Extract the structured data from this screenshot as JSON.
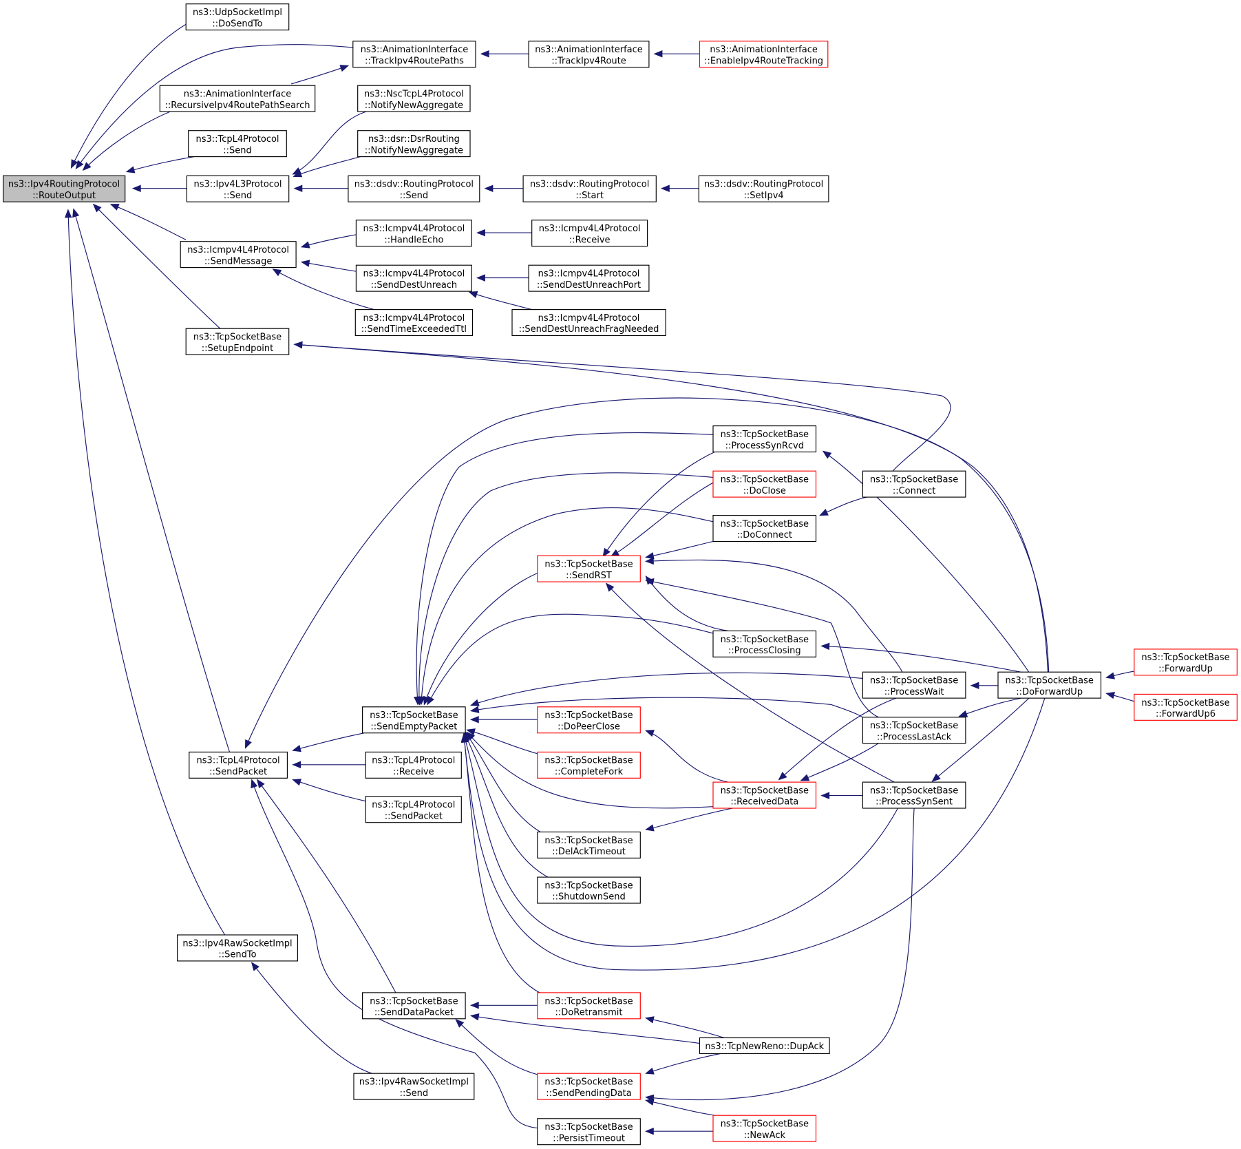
{
  "colors": {
    "edge": "#191970",
    "node_border": "#000000",
    "truncated_border": "#ff0000",
    "root_fill": "#bfbfbf",
    "node_fill": "#ffffff"
  },
  "nodes": [
    {
      "id": "root",
      "line1": "ns3::Ipv4RoutingProtocol",
      "line2": "::RouteOutput",
      "style": "root"
    },
    {
      "id": "udp_dosendto",
      "line1": "ns3::UdpSocketImpl",
      "line2": "::DoSendTo",
      "style": "normal"
    },
    {
      "id": "anim_rec",
      "line1": "ns3::AnimationInterface",
      "line2": "::RecursiveIpv4RoutePathSearch",
      "style": "normal"
    },
    {
      "id": "tcpl4_send",
      "line1": "ns3::TcpL4Protocol",
      "line2": "::Send",
      "style": "normal"
    },
    {
      "id": "ipv4l3_send",
      "line1": "ns3::Ipv4L3Protocol",
      "line2": "::Send",
      "style": "normal"
    },
    {
      "id": "icmp_sendmsg",
      "line1": "ns3::Icmpv4L4Protocol",
      "line2": "::SendMessage",
      "style": "normal"
    },
    {
      "id": "tsb_setup",
      "line1": "ns3::TcpSocketBase",
      "line2": "::SetupEndpoint",
      "style": "normal"
    },
    {
      "id": "tcpl4_sendpacket",
      "line1": "ns3::TcpL4Protocol",
      "line2": "::SendPacket",
      "style": "normal"
    },
    {
      "id": "ipv4raw_sendto",
      "line1": "ns3::Ipv4RawSocketImpl",
      "line2": "::SendTo",
      "style": "normal"
    },
    {
      "id": "anim_trackpaths",
      "line1": "ns3::AnimationInterface",
      "line2": "::TrackIpv4RoutePaths",
      "style": "normal"
    },
    {
      "id": "anim_track",
      "line1": "ns3::AnimationInterface",
      "line2": "::TrackIpv4Route",
      "style": "normal"
    },
    {
      "id": "anim_enable",
      "line1": "ns3::AnimationInterface",
      "line2": "::EnableIpv4RouteTracking",
      "style": "truncated"
    },
    {
      "id": "nsc_notify",
      "line1": "ns3::NscTcpL4Protocol",
      "line2": "::NotifyNewAggregate",
      "style": "normal"
    },
    {
      "id": "dsr_notify",
      "line1": "ns3::dsr::DsrRouting",
      "line2": "::NotifyNewAggregate",
      "style": "normal"
    },
    {
      "id": "dsdv_send",
      "line1": "ns3::dsdv::RoutingProtocol",
      "line2": "::Send",
      "style": "normal"
    },
    {
      "id": "dsdv_start",
      "line1": "ns3::dsdv::RoutingProtocol",
      "line2": "::Start",
      "style": "normal"
    },
    {
      "id": "dsdv_setipv4",
      "line1": "ns3::dsdv::RoutingProtocol",
      "line2": "::SetIpv4",
      "style": "normal"
    },
    {
      "id": "icmp_echo",
      "line1": "ns3::Icmpv4L4Protocol",
      "line2": "::HandleEcho",
      "style": "normal"
    },
    {
      "id": "icmp_receive",
      "line1": "ns3::Icmpv4L4Protocol",
      "line2": "::Receive",
      "style": "normal"
    },
    {
      "id": "icmp_unreach",
      "line1": "ns3::Icmpv4L4Protocol",
      "line2": "::SendDestUnreach",
      "style": "normal"
    },
    {
      "id": "icmp_unreachport",
      "line1": "ns3::Icmpv4L4Protocol",
      "line2": "::SendDestUnreachPort",
      "style": "normal"
    },
    {
      "id": "icmp_timeexc",
      "line1": "ns3::Icmpv4L4Protocol",
      "line2": "::SendTimeExceededTtl",
      "style": "normal"
    },
    {
      "id": "icmp_unreachfrag",
      "line1": "ns3::Icmpv4L4Protocol",
      "line2": "::SendDestUnreachFragNeeded",
      "style": "normal"
    },
    {
      "id": "tsb_synrcvd",
      "line1": "ns3::TcpSocketBase",
      "line2": "::ProcessSynRcvd",
      "style": "normal"
    },
    {
      "id": "tsb_doclose",
      "line1": "ns3::TcpSocketBase",
      "line2": "::DoClose",
      "style": "truncated"
    },
    {
      "id": "tsb_connect",
      "line1": "ns3::TcpSocketBase",
      "line2": "::Connect",
      "style": "normal"
    },
    {
      "id": "tsb_doconnect",
      "line1": "ns3::TcpSocketBase",
      "line2": "::DoConnect",
      "style": "normal"
    },
    {
      "id": "tsb_sendrst",
      "line1": "ns3::TcpSocketBase",
      "line2": "::SendRST",
      "style": "truncated"
    },
    {
      "id": "tsb_closing",
      "line1": "ns3::TcpSocketBase",
      "line2": "::ProcessClosing",
      "style": "normal"
    },
    {
      "id": "tsb_wait",
      "line1": "ns3::TcpSocketBase",
      "line2": "::ProcessWait",
      "style": "normal"
    },
    {
      "id": "tsb_doforwardup",
      "line1": "ns3::TcpSocketBase",
      "line2": "::DoForwardUp",
      "style": "normal"
    },
    {
      "id": "tsb_forwardup",
      "line1": "ns3::TcpSocketBase",
      "line2": "::ForwardUp",
      "style": "truncated"
    },
    {
      "id": "tsb_forwardup6",
      "line1": "ns3::TcpSocketBase",
      "line2": "::ForwardUp6",
      "style": "truncated"
    },
    {
      "id": "tsb_sendempty",
      "line1": "ns3::TcpSocketBase",
      "line2": "::SendEmptyPacket",
      "style": "normal"
    },
    {
      "id": "tsb_dopeerclose",
      "line1": "ns3::TcpSocketBase",
      "line2": "::DoPeerClose",
      "style": "truncated"
    },
    {
      "id": "tsb_lastack",
      "line1": "ns3::TcpSocketBase",
      "line2": "::ProcessLastAck",
      "style": "normal"
    },
    {
      "id": "tsb_completefork",
      "line1": "ns3::TcpSocketBase",
      "line2": "::CompleteFork",
      "style": "truncated"
    },
    {
      "id": "tsb_receiveddata",
      "line1": "ns3::TcpSocketBase",
      "line2": "::ReceivedData",
      "style": "truncated"
    },
    {
      "id": "tsb_synsent",
      "line1": "ns3::TcpSocketBase",
      "line2": "::ProcessSynSent",
      "style": "normal"
    },
    {
      "id": "tcpl4_receive",
      "line1": "ns3::TcpL4Protocol",
      "line2": "::Receive",
      "style": "normal"
    },
    {
      "id": "tcpl4_sendpacket2",
      "line1": "ns3::TcpL4Protocol",
      "line2": "::SendPacket",
      "style": "normal"
    },
    {
      "id": "tsb_delack",
      "line1": "ns3::TcpSocketBase",
      "line2": "::DelAckTimeout",
      "style": "normal"
    },
    {
      "id": "tsb_shutdown",
      "line1": "ns3::TcpSocketBase",
      "line2": "::ShutdownSend",
      "style": "normal"
    },
    {
      "id": "tsb_senddata",
      "line1": "ns3::TcpSocketBase",
      "line2": "::SendDataPacket",
      "style": "normal"
    },
    {
      "id": "tsb_retransmit",
      "line1": "ns3::TcpSocketBase",
      "line2": "::DoRetransmit",
      "style": "truncated"
    },
    {
      "id": "newreno_dupack",
      "line1": "ns3::TcpNewReno::DupAck",
      "line2": "",
      "style": "normal"
    },
    {
      "id": "tsb_sendpending",
      "line1": "ns3::TcpSocketBase",
      "line2": "::SendPendingData",
      "style": "truncated"
    },
    {
      "id": "ipv4raw_send",
      "line1": "ns3::Ipv4RawSocketImpl",
      "line2": "::Send",
      "style": "normal"
    },
    {
      "id": "tsb_persist",
      "line1": "ns3::TcpSocketBase",
      "line2": "::PersistTimeout",
      "style": "normal"
    },
    {
      "id": "tsb_newack",
      "line1": "ns3::TcpSocketBase",
      "line2": "::NewAck",
      "style": "truncated"
    }
  ],
  "edges": [
    [
      "root",
      "udp_dosendto"
    ],
    [
      "root",
      "anim_trackpaths"
    ],
    [
      "root",
      "anim_rec"
    ],
    [
      "root",
      "tcpl4_send"
    ],
    [
      "root",
      "ipv4l3_send"
    ],
    [
      "root",
      "icmp_sendmsg"
    ],
    [
      "root",
      "tsb_setup"
    ],
    [
      "root",
      "tcpl4_sendpacket"
    ],
    [
      "root",
      "ipv4raw_sendto"
    ],
    [
      "anim_trackpaths",
      "anim_rec"
    ],
    [
      "anim_trackpaths",
      "anim_track"
    ],
    [
      "anim_track",
      "anim_enable"
    ],
    [
      "ipv4l3_send",
      "nsc_notify"
    ],
    [
      "ipv4l3_send",
      "dsr_notify"
    ],
    [
      "ipv4l3_send",
      "dsdv_send"
    ],
    [
      "dsdv_send",
      "dsdv_start"
    ],
    [
      "dsdv_start",
      "dsdv_setipv4"
    ],
    [
      "icmp_sendmsg",
      "icmp_echo"
    ],
    [
      "icmp_sendmsg",
      "icmp_unreach"
    ],
    [
      "icmp_sendmsg",
      "icmp_timeexc"
    ],
    [
      "icmp_echo",
      "icmp_receive"
    ],
    [
      "icmp_unreach",
      "icmp_unreachport"
    ],
    [
      "icmp_unreach",
      "icmp_unreachfrag"
    ],
    [
      "tsb_setup",
      "tsb_connect"
    ],
    [
      "tsb_setup",
      "tsb_doforwardup"
    ],
    [
      "tcpl4_sendpacket",
      "tsb_sendempty"
    ],
    [
      "tcpl4_sendpacket",
      "tcpl4_receive"
    ],
    [
      "tcpl4_sendpacket",
      "tcpl4_sendpacket2"
    ],
    [
      "tcpl4_sendpacket",
      "tsb_senddata"
    ],
    [
      "tcpl4_sendpacket",
      "tsb_persist"
    ],
    [
      "tcpl4_sendpacket",
      "tsb_doforwardup"
    ],
    [
      "ipv4raw_sendto",
      "ipv4raw_send"
    ],
    [
      "tsb_sendempty",
      "tsb_synrcvd"
    ],
    [
      "tsb_sendempty",
      "tsb_doclose"
    ],
    [
      "tsb_sendempty",
      "tsb_doconnect"
    ],
    [
      "tsb_sendempty",
      "tsb_sendrst"
    ],
    [
      "tsb_sendempty",
      "tsb_closing"
    ],
    [
      "tsb_sendempty",
      "tsb_wait"
    ],
    [
      "tsb_sendempty",
      "tsb_lastack"
    ],
    [
      "tsb_sendempty",
      "tsb_dopeerclose"
    ],
    [
      "tsb_sendempty",
      "tsb_completefork"
    ],
    [
      "tsb_sendempty",
      "tsb_receiveddata"
    ],
    [
      "tsb_sendempty",
      "tsb_delack"
    ],
    [
      "tsb_sendempty",
      "tsb_shutdown"
    ],
    [
      "tsb_sendempty",
      "tsb_synsent"
    ],
    [
      "tsb_sendempty",
      "tsb_doforwardup"
    ],
    [
      "tsb_sendempty",
      "tsb_retransmit"
    ],
    [
      "tsb_sendrst",
      "tsb_synrcvd"
    ],
    [
      "tsb_sendrst",
      "tsb_doclose"
    ],
    [
      "tsb_sendrst",
      "tsb_doconnect"
    ],
    [
      "tsb_sendrst",
      "tsb_closing"
    ],
    [
      "tsb_sendrst",
      "tsb_wait"
    ],
    [
      "tsb_sendrst",
      "tsb_lastack"
    ],
    [
      "tsb_sendrst",
      "tsb_synsent"
    ],
    [
      "tsb_synrcvd",
      "tsb_doforwardup"
    ],
    [
      "tsb_doconnect",
      "tsb_connect"
    ],
    [
      "tsb_closing",
      "tsb_doforwardup"
    ],
    [
      "tsb_wait",
      "tsb_doforwardup"
    ],
    [
      "tsb_lastack",
      "tsb_doforwardup"
    ],
    [
      "tsb_synsent",
      "tsb_doforwardup"
    ],
    [
      "tsb_doforwardup",
      "tsb_forwardup"
    ],
    [
      "tsb_doforwardup",
      "tsb_forwardup6"
    ],
    [
      "tsb_dopeerclose",
      "tsb_receiveddata"
    ],
    [
      "tsb_delack",
      "tsb_receiveddata"
    ],
    [
      "tsb_receiveddata",
      "tsb_wait"
    ],
    [
      "tsb_receiveddata",
      "tsb_lastack"
    ],
    [
      "tsb_receiveddata",
      "tsb_synsent"
    ],
    [
      "tsb_senddata",
      "tsb_retransmit"
    ],
    [
      "tsb_senddata",
      "newreno_dupack"
    ],
    [
      "tsb_senddata",
      "tsb_sendpending"
    ],
    [
      "tsb_retransmit",
      "newreno_dupack"
    ],
    [
      "tsb_sendpending",
      "newreno_dupack"
    ],
    [
      "tsb_sendpending",
      "tsb_synsent"
    ],
    [
      "tsb_sendpending",
      "tsb_newack"
    ],
    [
      "tsb_persist",
      "tsb_newack"
    ]
  ]
}
